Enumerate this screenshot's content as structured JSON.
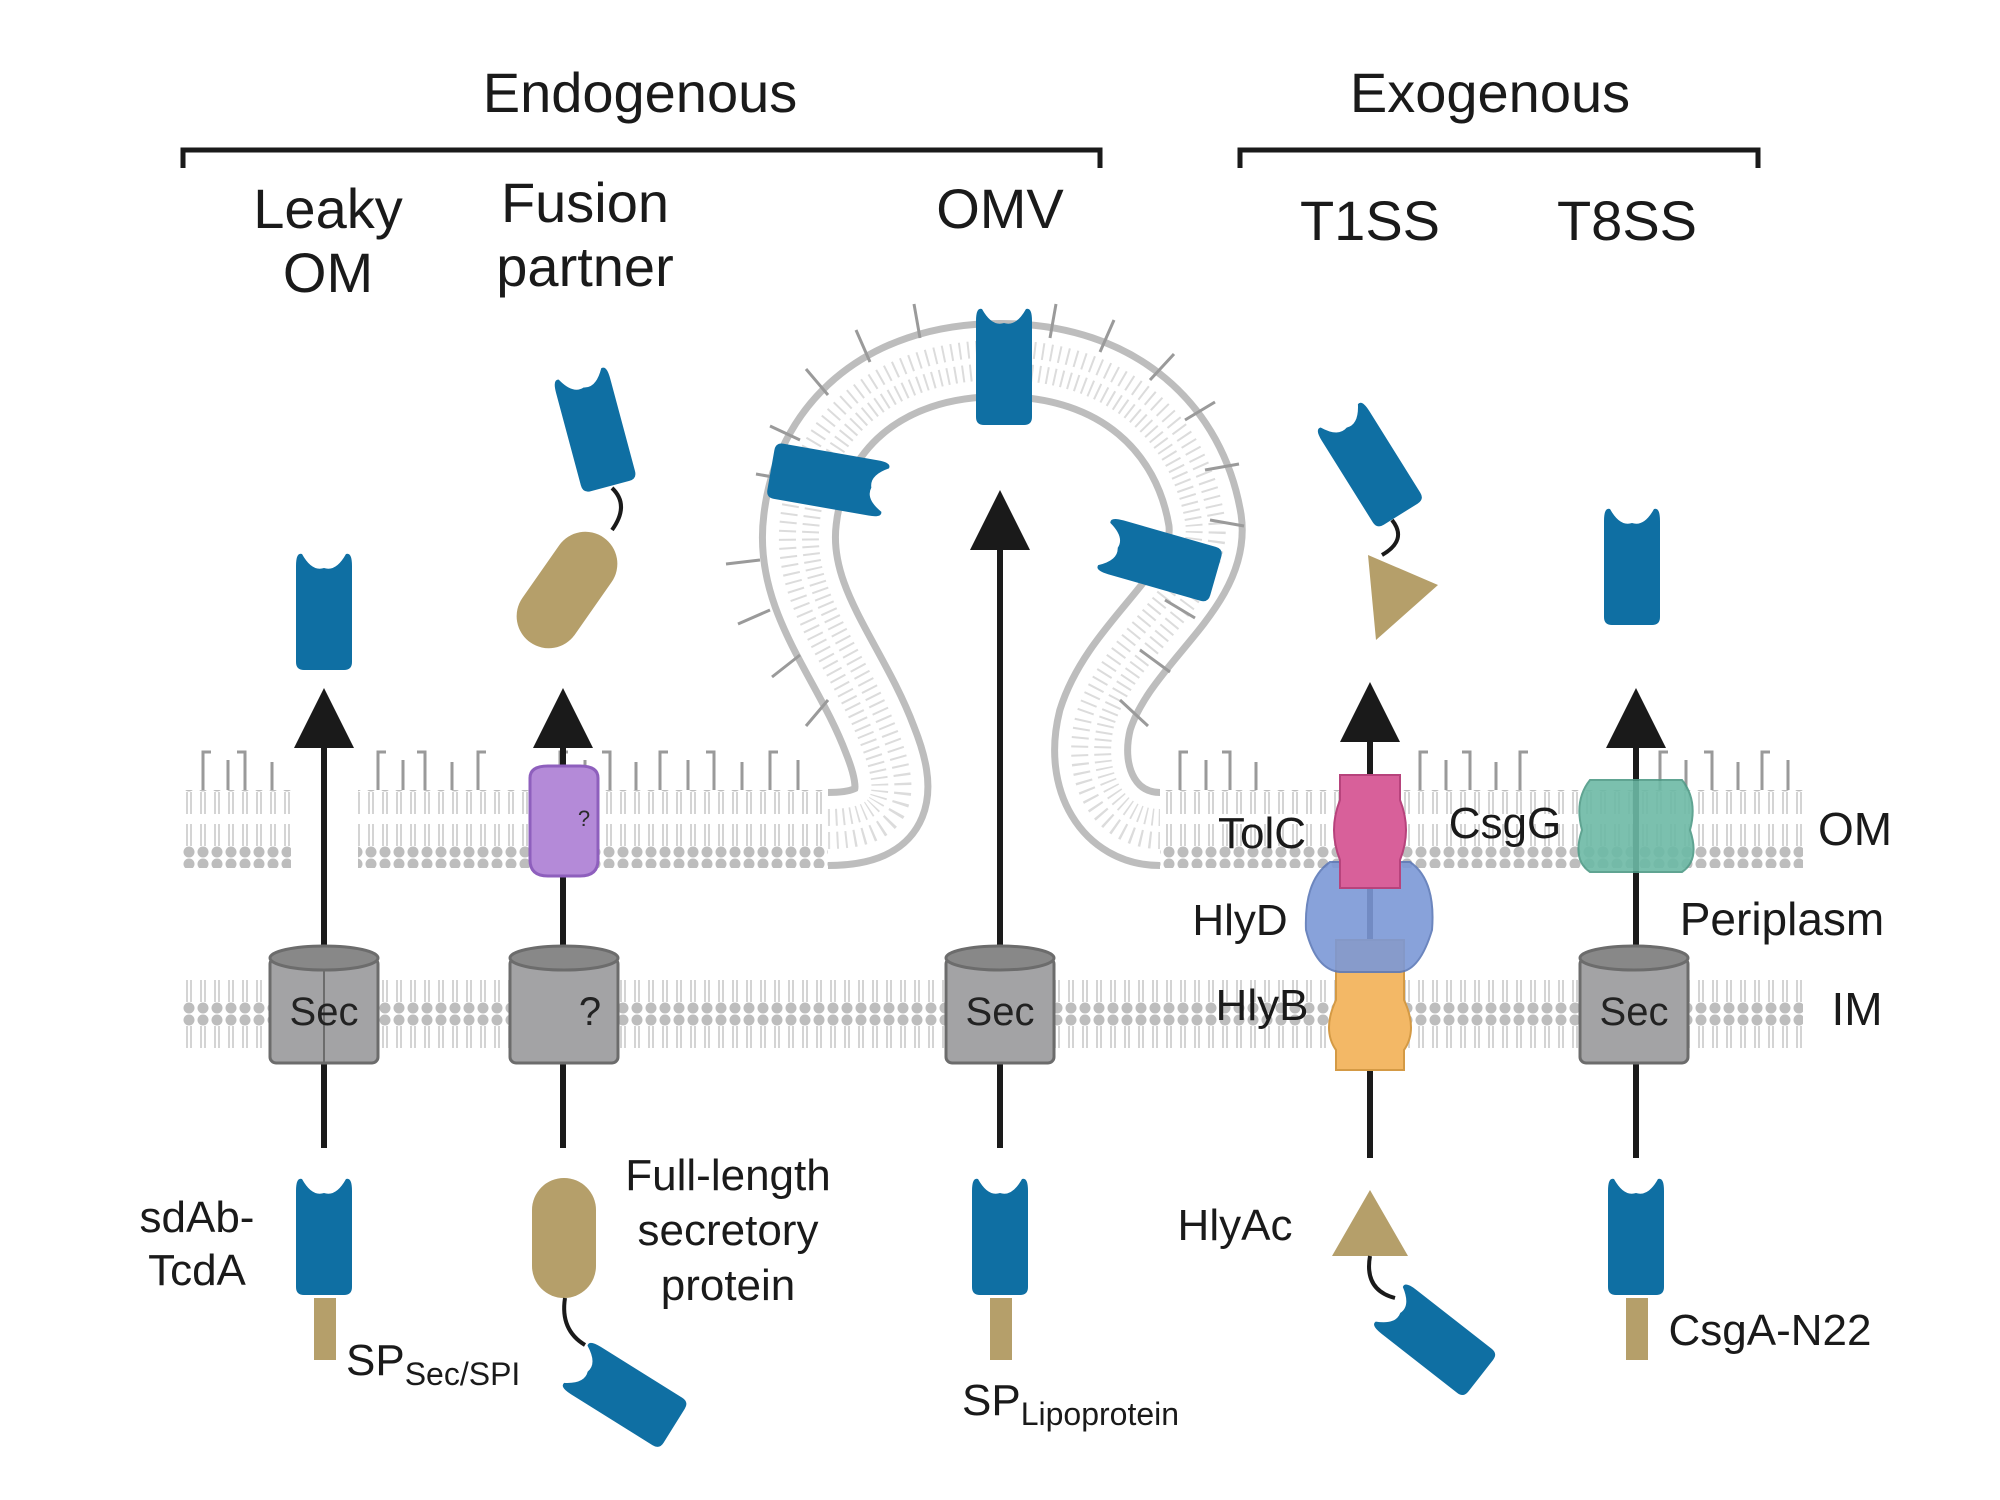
{
  "header": {
    "endogenous": "Endogenous",
    "exogenous": "Exogenous"
  },
  "columns": {
    "leaky_om_line1": "Leaky",
    "leaky_om_line2": "OM",
    "fusion_line1": "Fusion",
    "fusion_line2": "partner",
    "omv": "OMV",
    "t1ss": "T1SS",
    "t8ss": "T8SS"
  },
  "membranes": {
    "om": "OM",
    "periplasm": "Periplasm",
    "im": "IM"
  },
  "translocons": {
    "sec": "Sec",
    "unknown": "?"
  },
  "t1ss_components": {
    "tolc": "TolC",
    "hlyd": "HlyD",
    "hlyb": "HlyB",
    "hlyac": "HlyAc"
  },
  "t8ss_components": {
    "csgg": "CsgG",
    "csga": "CsgA-N22"
  },
  "cargo": {
    "sdab_line1": "sdAb-",
    "sdab_line2": "TcdA",
    "sp_main": "SP",
    "sp_sec_sub": "Sec/SPI",
    "sp_lipo_sub": "Lipoprotein",
    "fulllength_line1": "Full-length",
    "fulllength_line2": "secretory",
    "fulllength_line3": "protein"
  },
  "colors": {
    "sdab": "#0f6fa3",
    "fusion_tan": "#b59f6a",
    "membrane_grey": "#bdbdbd",
    "sec_grey": "#a3a3a5",
    "tolc_pink": "#d8609a",
    "hlyd_blue": "#7c98d6",
    "hlyb_orange": "#f3b866",
    "csgg_teal": "#6dbaa6",
    "unknown_pore_purple": "#b48ad8"
  }
}
